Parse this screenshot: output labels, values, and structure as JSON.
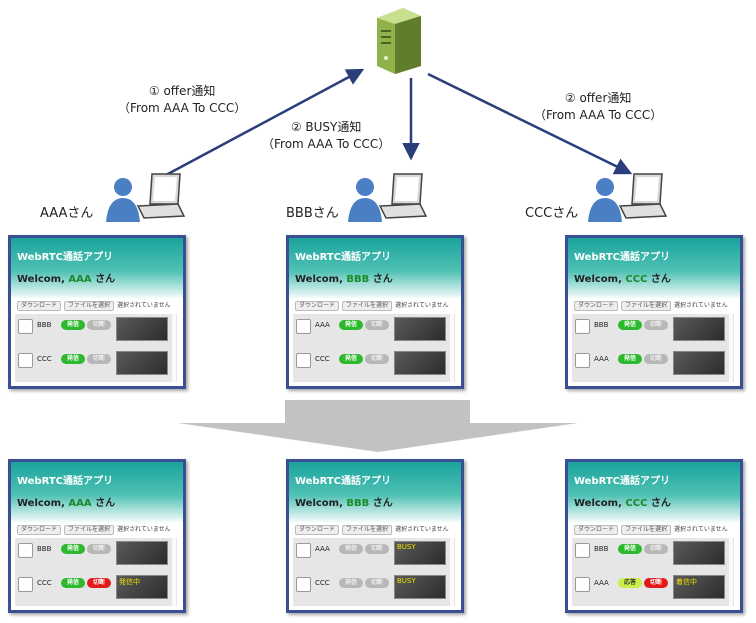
{
  "diagram": {
    "labels": {
      "offer_left": {
        "line1": "① offer通知",
        "line2": "（From AAA To CCC）"
      },
      "busy_mid": {
        "line1": "② BUSY通知",
        "line2": "（From AAA To CCC）"
      },
      "offer_right": {
        "line1": "② offer通知",
        "line2": "（From AAA To CCC）"
      }
    },
    "users": {
      "left": "AAAさん",
      "mid": "BBBさん",
      "right": "CCCさん"
    },
    "colors": {
      "arrow": "#2b3d7a",
      "panel_border": "#3a4f93",
      "big_arrow": "#c2c2c2"
    }
  },
  "panels": [
    {
      "app_title": "WebRTC通話アプリ",
      "welcome": "Welcom,",
      "name": "AAA",
      "san": "さん",
      "download": "ダウンロード",
      "choose_file": "ファイルを選択",
      "no_file": "選択されていません",
      "rows": [
        {
          "peer": "BBB",
          "btn1": "発信",
          "btn1_style": "g",
          "btn2": "切断",
          "btn2_style": "d",
          "status": ""
        },
        {
          "peer": "CCC",
          "btn1": "発信",
          "btn1_style": "g",
          "btn2": "切断",
          "btn2_style": "d",
          "status": ""
        }
      ]
    },
    {
      "app_title": "WebRTC通話アプリ",
      "welcome": "Welcom,",
      "name": "BBB",
      "san": "さん",
      "download": "ダウンロード",
      "choose_file": "ファイルを選択",
      "no_file": "選択されていません",
      "rows": [
        {
          "peer": "AAA",
          "btn1": "発信",
          "btn1_style": "g",
          "btn2": "切断",
          "btn2_style": "d",
          "status": ""
        },
        {
          "peer": "CCC",
          "btn1": "発信",
          "btn1_style": "g",
          "btn2": "切断",
          "btn2_style": "d",
          "status": ""
        }
      ]
    },
    {
      "app_title": "WebRTC通話アプリ",
      "welcome": "Welcom,",
      "name": "CCC",
      "san": "さん",
      "download": "ダウンロード",
      "choose_file": "ファイルを選択",
      "no_file": "選択されていません",
      "rows": [
        {
          "peer": "BBB",
          "btn1": "発信",
          "btn1_style": "g",
          "btn2": "切断",
          "btn2_style": "d",
          "status": ""
        },
        {
          "peer": "AAA",
          "btn1": "発信",
          "btn1_style": "g",
          "btn2": "切断",
          "btn2_style": "d",
          "status": ""
        }
      ]
    },
    {
      "app_title": "WebRTC通話アプリ",
      "welcome": "Welcom,",
      "name": "AAA",
      "san": "さん",
      "download": "ダウンロード",
      "choose_file": "ファイルを選択",
      "no_file": "選択されていません",
      "rows": [
        {
          "peer": "BBB",
          "btn1": "発信",
          "btn1_style": "g",
          "btn2": "切断",
          "btn2_style": "d",
          "status": ""
        },
        {
          "peer": "CCC",
          "btn1": "発信",
          "btn1_style": "g",
          "btn2": "切断",
          "btn2_style": "r",
          "status": "発信中"
        }
      ]
    },
    {
      "app_title": "WebRTC通話アプリ",
      "welcome": "Welcom,",
      "name": "BBB",
      "san": "さん",
      "download": "ダウンロード",
      "choose_file": "ファイルを選択",
      "no_file": "選択されていません",
      "rows": [
        {
          "peer": "AAA",
          "btn1": "発信",
          "btn1_style": "d",
          "btn2": "切断",
          "btn2_style": "d",
          "status": "BUSY"
        },
        {
          "peer": "CCC",
          "btn1": "発信",
          "btn1_style": "d",
          "btn2": "切断",
          "btn2_style": "d",
          "status": "BUSY"
        }
      ]
    },
    {
      "app_title": "WebRTC通話アプリ",
      "welcome": "Welcom,",
      "name": "CCC",
      "san": "さん",
      "download": "ダウンロード",
      "choose_file": "ファイルを選択",
      "no_file": "選択されていません",
      "rows": [
        {
          "peer": "BBB",
          "btn1": "発信",
          "btn1_style": "g",
          "btn2": "切断",
          "btn2_style": "d",
          "status": ""
        },
        {
          "peer": "AAA",
          "btn1": "応答",
          "btn1_style": "y",
          "btn2": "切断",
          "btn2_style": "r",
          "status": "着信中"
        }
      ]
    }
  ]
}
